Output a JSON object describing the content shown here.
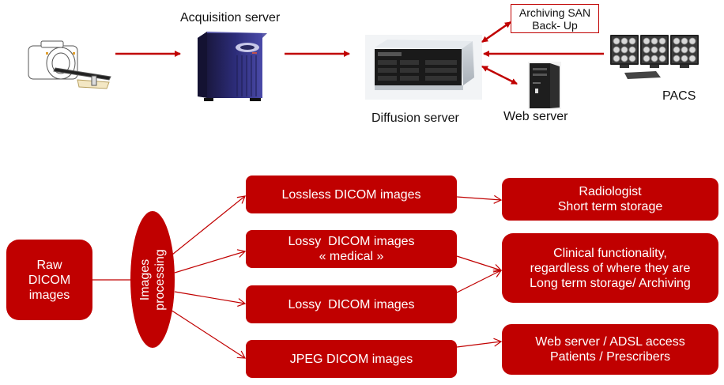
{
  "colors": {
    "accent": "#c00000",
    "text": "#111111",
    "box_text": "#ffffff"
  },
  "top": {
    "nodes": {
      "scanner": {
        "icon": "ct-scanner-icon"
      },
      "acquisition": {
        "label": "Acquisition server",
        "icon": "tower-server-icon"
      },
      "diffusion": {
        "label": "Diffusion server",
        "icon": "rack-server-icon"
      },
      "archiving": {
        "line1": "Archiving SAN",
        "line2": "Back- Up"
      },
      "web": {
        "label": "Web server",
        "icon": "desktop-tower-icon"
      },
      "pacs": {
        "label": "PACS",
        "icon": "pacs-workstation-icon"
      }
    }
  },
  "bottom": {
    "source": {
      "line1": "Raw",
      "line2": "DICOM",
      "line3": "images"
    },
    "process": {
      "line1": "Images",
      "line2": "processing"
    },
    "outputs": [
      {
        "line1": "Lossless DICOM images"
      },
      {
        "line1": "Lossy  DICOM images",
        "line2": "« medical »"
      },
      {
        "line1": "Lossy  DICOM images"
      },
      {
        "line1": "JPEG DICOM images"
      }
    ],
    "uses": [
      {
        "line1": "Radiologist",
        "line2": "Short term storage"
      },
      {
        "line1": "Clinical functionality,",
        "line2": "regardless of where they are",
        "line3": "Long term storage/ Archiving"
      },
      {
        "line1": "Web server / ADSL access",
        "line2": "Patients / Prescribers"
      }
    ]
  }
}
